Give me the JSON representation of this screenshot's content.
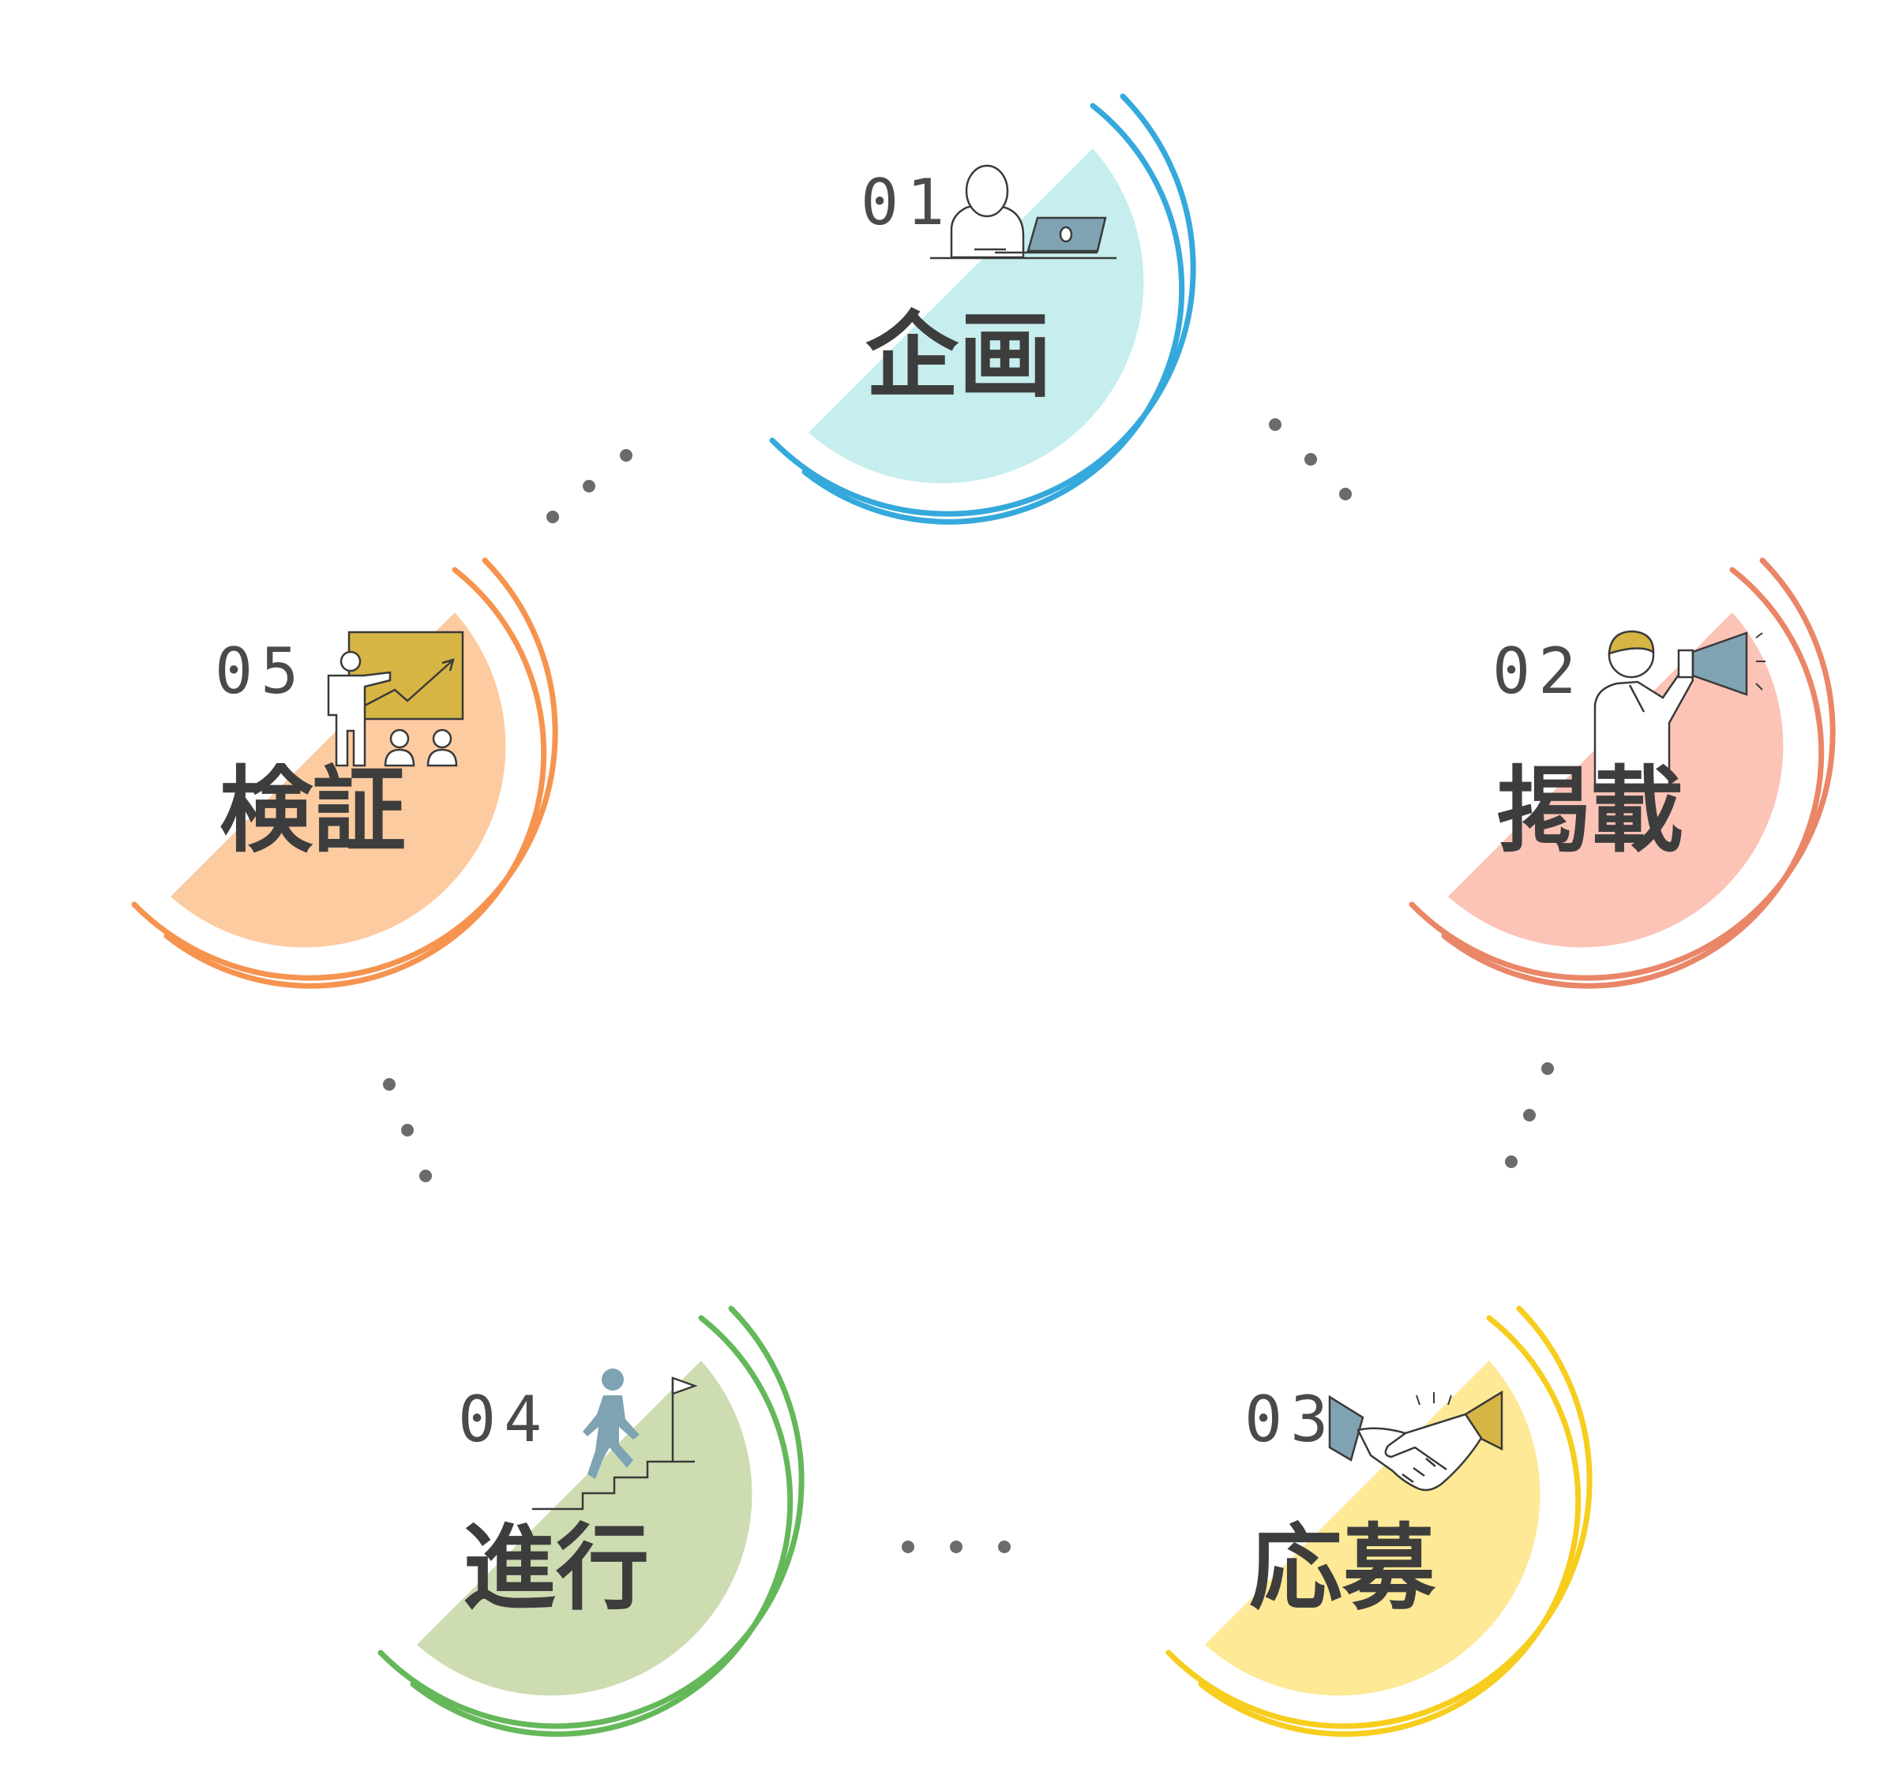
{
  "steps": [
    {
      "num": "01",
      "label": "企画",
      "ring_color": "#35a9dc",
      "fill_color": "#c6eeee",
      "icon": "person-at-laptop-icon"
    },
    {
      "num": "02",
      "label": "掲載",
      "ring_color": "#ea8668",
      "fill_color": "#fcc3b7",
      "icon": "person-with-megaphone-icon"
    },
    {
      "num": "03",
      "label": "応募",
      "ring_color": "#f7cd1e",
      "fill_color": "#fde996",
      "icon": "handshake-icon"
    },
    {
      "num": "04",
      "label": "進行",
      "ring_color": "#65b85a",
      "fill_color": "#cedcb1",
      "icon": "person-climbing-stairs-icon"
    },
    {
      "num": "05",
      "label": "検証",
      "ring_color": "#f6944f",
      "fill_color": "#fdcba0",
      "icon": "presenter-with-chart-icon"
    }
  ],
  "icon_colors": {
    "slate": "#7fa3b3",
    "mustard": "#d6b544",
    "line": "#3a3a3a"
  },
  "connector_color": "#6b6b6b"
}
